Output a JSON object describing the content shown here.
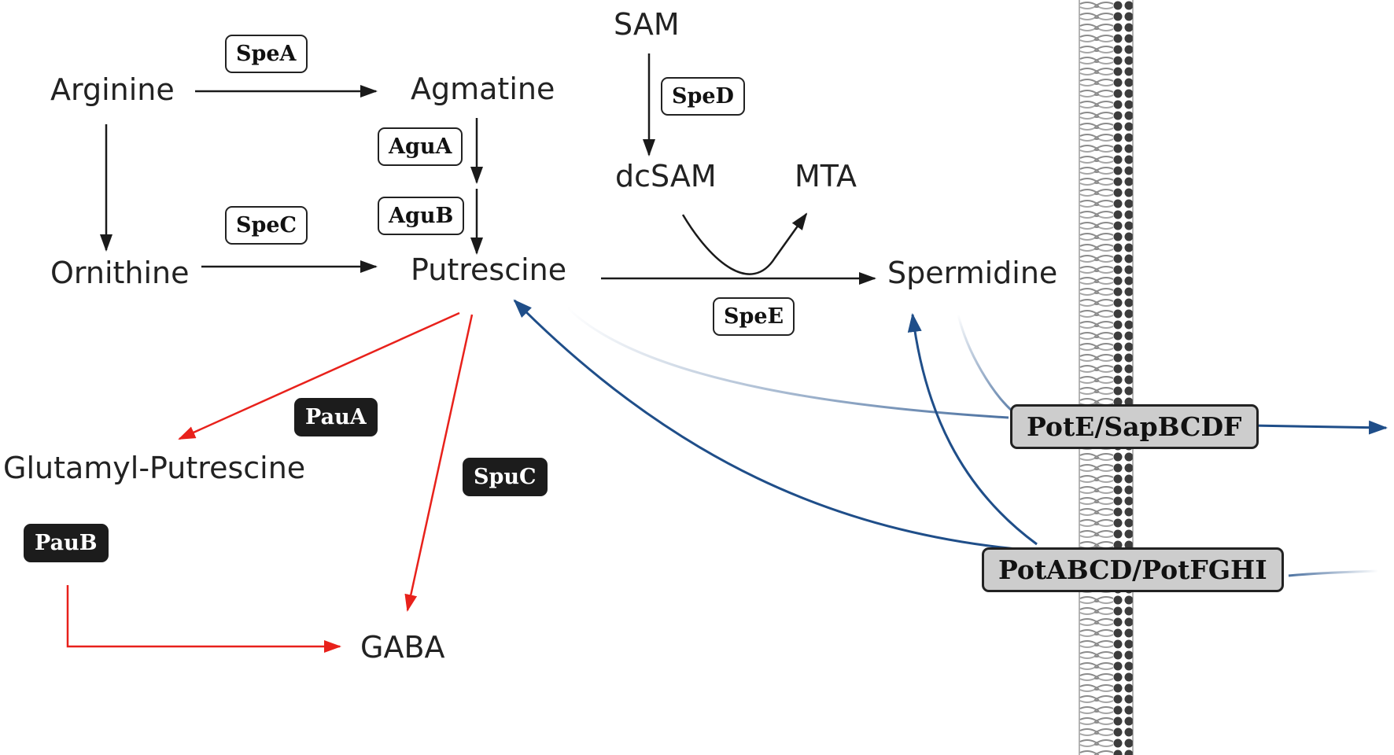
{
  "metabolites": {
    "arginine": "Arginine",
    "agmatine": "Agmatine",
    "ornithine": "Ornithine",
    "putrescine": "Putrescine",
    "sam": "SAM",
    "dcsam": "dcSAM",
    "mta": "MTA",
    "spermidine": "Spermidine",
    "glutamyl_putrescine": "Glutamyl-Putrescine",
    "gaba": "GABA"
  },
  "enzymes": {
    "spea": "SpeA",
    "agua": "AguA",
    "agub": "AguB",
    "spec": "SpeC",
    "sped": "SpeD",
    "spee": "SpeE",
    "paua": "PauA",
    "pauc_spuc": "SpuC",
    "paub": "PauB"
  },
  "transporters": {
    "export": "PotE/SapBCDF",
    "import": "PotABCD/PotFGHI"
  },
  "colors": {
    "synthesis_arrow": "#1a1a1a",
    "catabolism_arrow": "#e8211b",
    "transport_arrow": "#1f4e89",
    "membrane": "#555555",
    "transporter_fill": "#cdcdcd"
  }
}
